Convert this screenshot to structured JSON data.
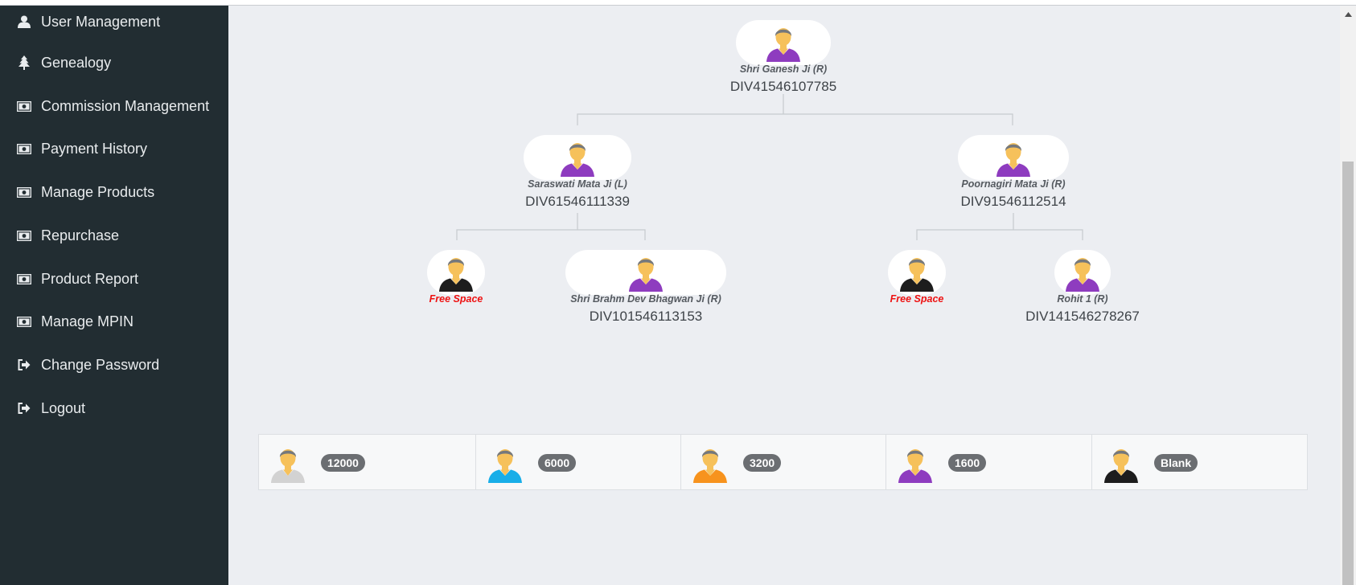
{
  "sidebar": {
    "items": [
      {
        "label": "User Management",
        "icon": "user-icon"
      },
      {
        "label": "Genealogy",
        "icon": "tree-icon"
      },
      {
        "label": "Commission Management",
        "icon": "money-icon"
      },
      {
        "label": "Payment History",
        "icon": "money-icon"
      },
      {
        "label": "Manage Products",
        "icon": "money-icon"
      },
      {
        "label": "Repurchase",
        "icon": "money-icon"
      },
      {
        "label": "Product Report",
        "icon": "money-icon"
      },
      {
        "label": "Manage MPIN",
        "icon": "money-icon"
      },
      {
        "label": "Change Password",
        "icon": "sign-out-icon"
      },
      {
        "label": "Logout",
        "icon": "sign-out-icon"
      }
    ]
  },
  "tree": {
    "root": {
      "name": "Shri Ganesh Ji (R)",
      "id": "DIV41546107785",
      "shirt": "purple"
    },
    "left": {
      "name": "Saraswati Mata Ji (L)",
      "id": "DIV61546111339",
      "shirt": "purple"
    },
    "right": {
      "name": "Poornagiri Mata Ji (R)",
      "id": "DIV91546112514",
      "shirt": "purple"
    },
    "left_left": {
      "name": "Free Space",
      "id": "",
      "shirt": "black"
    },
    "left_right": {
      "name": "Shri Brahm Dev Bhagwan Ji (R)",
      "id": "DIV101546113153",
      "shirt": "purple"
    },
    "right_left": {
      "name": "Free Space",
      "id": "",
      "shirt": "black"
    },
    "right_right": {
      "name": "Rohit 1 (R)",
      "id": "DIV141546278267",
      "shirt": "purple"
    }
  },
  "legend": [
    {
      "value": "12000",
      "shirt": "gray"
    },
    {
      "value": "6000",
      "shirt": "blue"
    },
    {
      "value": "3200",
      "shirt": "orange"
    },
    {
      "value": "1600",
      "shirt": "purple"
    },
    {
      "value": "Blank",
      "shirt": "black"
    }
  ],
  "colors": {
    "sidebar_bg": "#222d32",
    "main_bg": "#eceef2",
    "purple": "#8e3cbf",
    "black": "#1d1d1d",
    "gray": "#d2d2d2",
    "blue": "#18aee8",
    "orange": "#f7931e",
    "skin": "#f6c15b",
    "hair": "#75787c",
    "free_space": "#ee1111"
  }
}
